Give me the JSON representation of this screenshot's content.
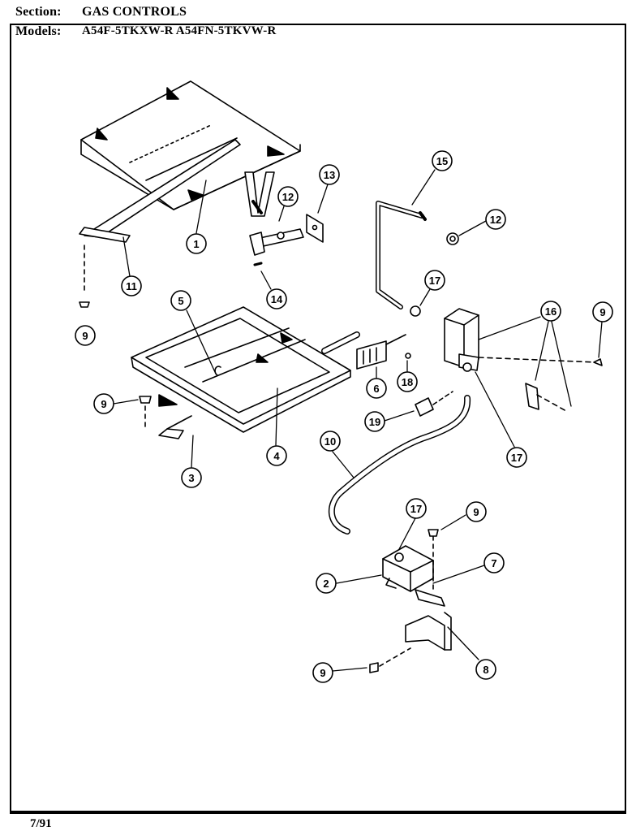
{
  "header": {
    "section_label": "Section:",
    "section_value": "GAS CONTROLS",
    "models_label": "Models:",
    "models_value": "A54F-5TKXW-R  A54FN-5TKVW-R"
  },
  "footer": {
    "date": "7/91"
  },
  "callouts": [
    "1",
    "11",
    "9",
    "12",
    "13",
    "14",
    "15",
    "12",
    "17",
    "5",
    "16",
    "9",
    "6",
    "18",
    "4",
    "9",
    "3",
    "19",
    "10",
    "17",
    "17",
    "9",
    "2",
    "7",
    "9",
    "8"
  ]
}
